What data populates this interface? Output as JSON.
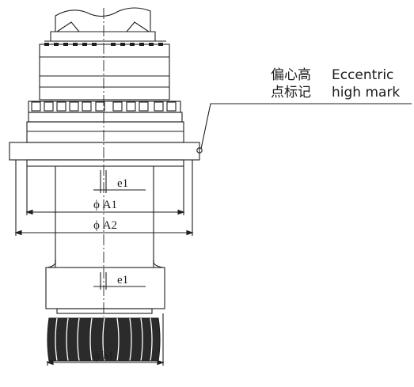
{
  "callout": {
    "cn_line1": "偏心高",
    "cn_line2": "点标记",
    "en_line1": "Eccentric",
    "en_line2": "high mark"
  },
  "dimensions": {
    "e1_upper": "e1",
    "a1": "ϕ A1",
    "a2": "ϕ A2",
    "e1_lower": "e1",
    "m": "ϕ M"
  },
  "colors": {
    "line": "#1f1f1f",
    "gear_fill": "#2b2b2b",
    "background": "#ffffff"
  }
}
